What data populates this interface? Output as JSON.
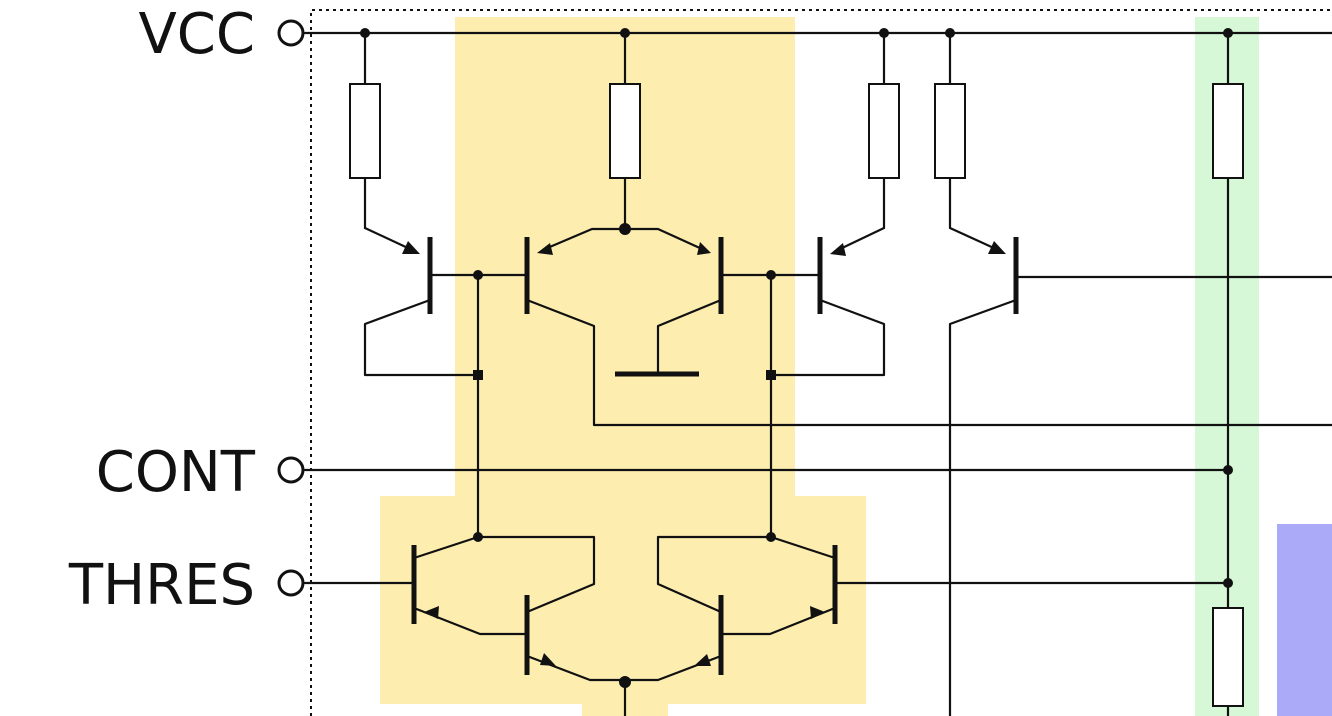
{
  "pins": [
    {
      "id": "vcc",
      "label": "VCC"
    },
    {
      "id": "cont",
      "label": "CONT"
    },
    {
      "id": "thres",
      "label": "THRES"
    }
  ],
  "colors": {
    "yellow_region": "#fdeeb0",
    "green_region": "#d6f8d6",
    "blue_region": "#aaaaf8",
    "wire": "#111111"
  }
}
